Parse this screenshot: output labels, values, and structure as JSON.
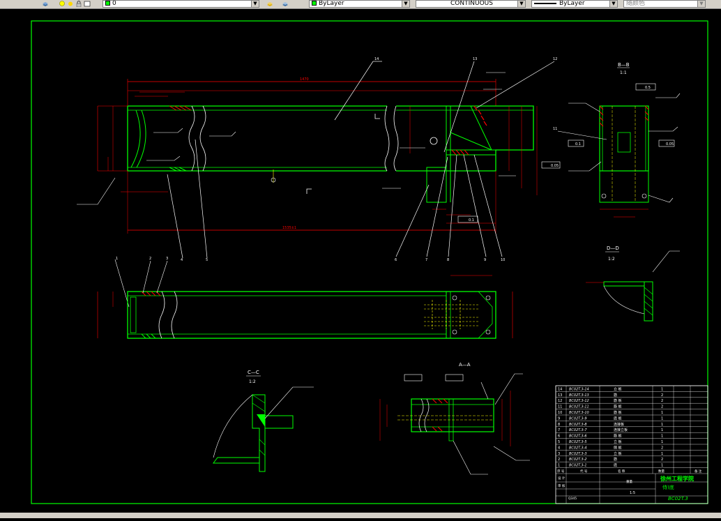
{
  "toolbar": {
    "layer_name": "0",
    "color_control": "ByLayer",
    "linetype_control": "CONTINUOUS",
    "lineweight_control": "ByLayer",
    "plotstyle_control": "随颜色"
  },
  "drawing": {
    "section_bb": "B—B",
    "scale_bb": "1:1",
    "section_dd": "D—D",
    "scale_dd": "1:2",
    "section_cc": "C—C",
    "scale_cc": "1:2",
    "section_aa": "A—A",
    "callouts": [
      "1",
      "2",
      "3",
      "4",
      "5",
      "6",
      "7",
      "8",
      "9",
      "10",
      "11",
      "12",
      "13",
      "14"
    ],
    "overall_length": "1535±1",
    "top_length": "1470",
    "tol_1": "0.1",
    "tol_2": "0.05",
    "tol_3": "0.1",
    "tol_4": "0.5",
    "tol_5": "0.05"
  },
  "title_block": {
    "school": "徐州工程学院",
    "part_name": "侍)底",
    "drawing_no": "BC02T.3",
    "scale": "1:5",
    "rows": [
      {
        "no": "14",
        "code": "BC02T.3-14",
        "name": "立 板",
        "qty": "1"
      },
      {
        "no": "13",
        "code": "BC02T.3-13",
        "name": "筋",
        "qty": "2"
      },
      {
        "no": "12",
        "code": "BC02T.3-12",
        "name": "筋 板",
        "qty": "2"
      },
      {
        "no": "11",
        "code": "BC02T.3-11",
        "name": "筋 板",
        "qty": "2"
      },
      {
        "no": "10",
        "code": "BC02T.3-10",
        "name": "筋 板",
        "qty": "1"
      },
      {
        "no": "9",
        "code": "BC02T.3-9",
        "name": "底 板",
        "qty": "1"
      },
      {
        "no": "8",
        "code": "BC02T.3-8",
        "name": "连接板",
        "qty": "1"
      },
      {
        "no": "7",
        "code": "BC02T.3-7",
        "name": "连接立板",
        "qty": "1"
      },
      {
        "no": "6",
        "code": "BC02T.3-6",
        "name": "筋 板",
        "qty": "1"
      },
      {
        "no": "5",
        "code": "BC02T.3-5",
        "name": "立 板",
        "qty": "1"
      },
      {
        "no": "4",
        "code": "BC02T.3-4",
        "name": "侧 板",
        "qty": "2"
      },
      {
        "no": "3",
        "code": "BC02T.3-3",
        "name": "立 板",
        "qty": "1"
      },
      {
        "no": "2",
        "code": "BC02T.3-2",
        "name": "筋",
        "qty": "2"
      },
      {
        "no": "1",
        "code": "BC02T.3-1",
        "name": "底",
        "qty": "1"
      }
    ],
    "header_no": "序 号",
    "header_code": "代 号",
    "header_name": "名 称",
    "header_qty": "数量",
    "header_note": "备 注",
    "design": "设 计",
    "check": "审 核",
    "material": "Q345",
    "weight": "重量"
  },
  "colors": {
    "border": "#00ff00",
    "outline": "#00ff00",
    "dimension": "#ff0000",
    "leader": "#ffffff",
    "hatch": "#00ff00",
    "center": "#ffff00",
    "toolbar_bg": "#d4d0c8"
  }
}
